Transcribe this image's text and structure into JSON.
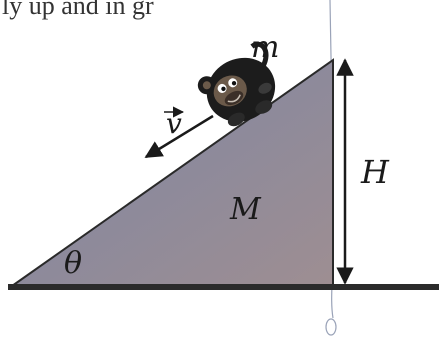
{
  "caption_fragment": "ly up and in gr",
  "labels": {
    "mass_small": "m",
    "mass_large": "M",
    "velocity": "v",
    "height": "H",
    "angle": "θ"
  },
  "colors": {
    "wedge_fill": "#8f8ea0",
    "wedge_stroke": "#2a2a2a",
    "ground": "#2b2b2b",
    "arrow": "#1a1a1a",
    "monkey_body": "#1c1c1c",
    "monkey_face": "#6b5a4a"
  },
  "icons": {
    "monkey": "monkey-figure",
    "velocity_arrow": "arrow-down-left",
    "height_arrow": "double-arrow-vertical"
  }
}
